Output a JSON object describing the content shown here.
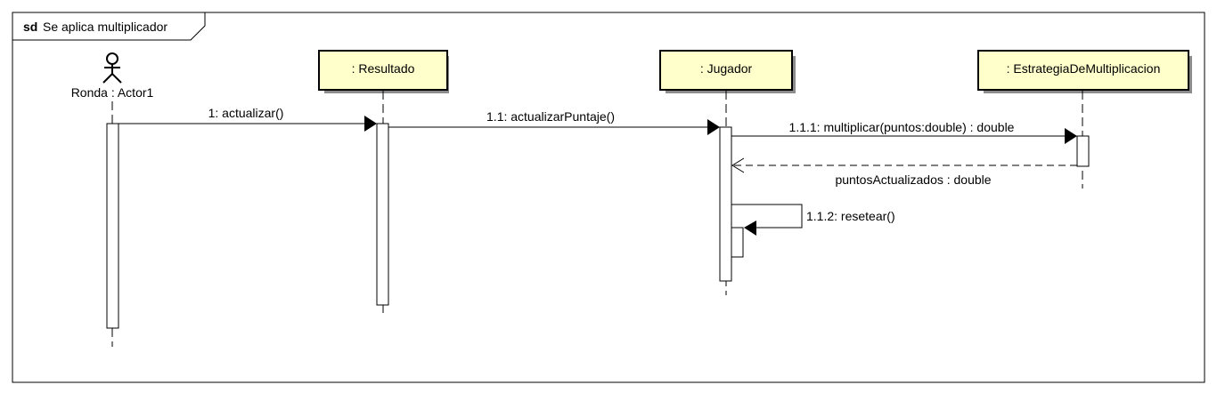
{
  "frame": {
    "keyword": "sd",
    "title": "Se aplica multiplicador"
  },
  "actor": {
    "label": "Ronda : Actor1"
  },
  "lifelines": [
    {
      "label": ": Resultado"
    },
    {
      "label": ": Jugador"
    },
    {
      "label": ": EstrategiaDeMultiplicacion"
    }
  ],
  "messages": {
    "m1": "1: actualizar()",
    "m1_1": "1.1: actualizarPuntaje()",
    "m1_1_1": "1.1.1: multiplicar(puntos:double) : double",
    "reply": "puntosActualizados : double",
    "m1_1_2": "1.1.2: resetear()"
  },
  "colors": {
    "lifeline_box_fill": "#FFFFCC",
    "stroke": "#000000",
    "background": "#FFFFFF"
  }
}
